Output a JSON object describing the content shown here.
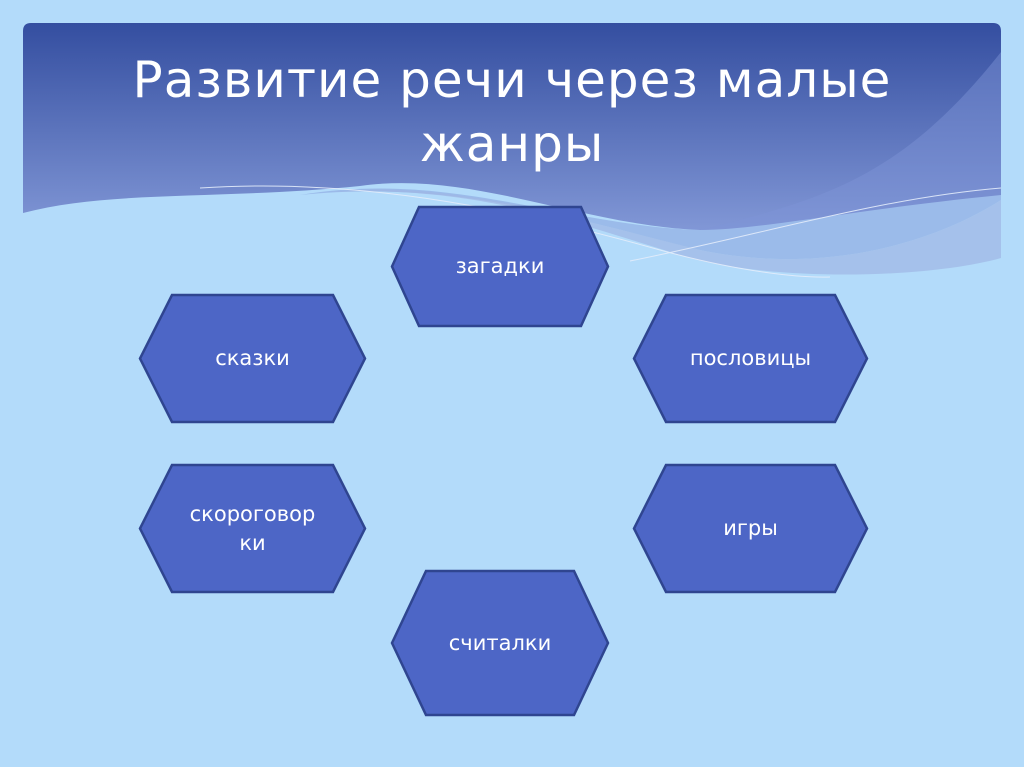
{
  "slide": {
    "title": "Развитие речи через малые жанры",
    "colors": {
      "background": "#b3dbfa",
      "banner_top": "#344ea0",
      "banner_bottom": "#7b8fd0",
      "hex_fill": "#4d66c6",
      "hex_stroke": "#2f4590",
      "text": "#ffffff"
    },
    "genres": [
      {
        "id": "zagadki",
        "label": "загадки"
      },
      {
        "id": "skazki",
        "label": "сказки"
      },
      {
        "id": "poslovitsy",
        "label": "пословицы"
      },
      {
        "id": "skorogovorki",
        "label": "скороговорки",
        "display": "скороговорки"
      },
      {
        "id": "igry",
        "label": "игры"
      },
      {
        "id": "schitalki",
        "label": "считалки"
      }
    ]
  }
}
